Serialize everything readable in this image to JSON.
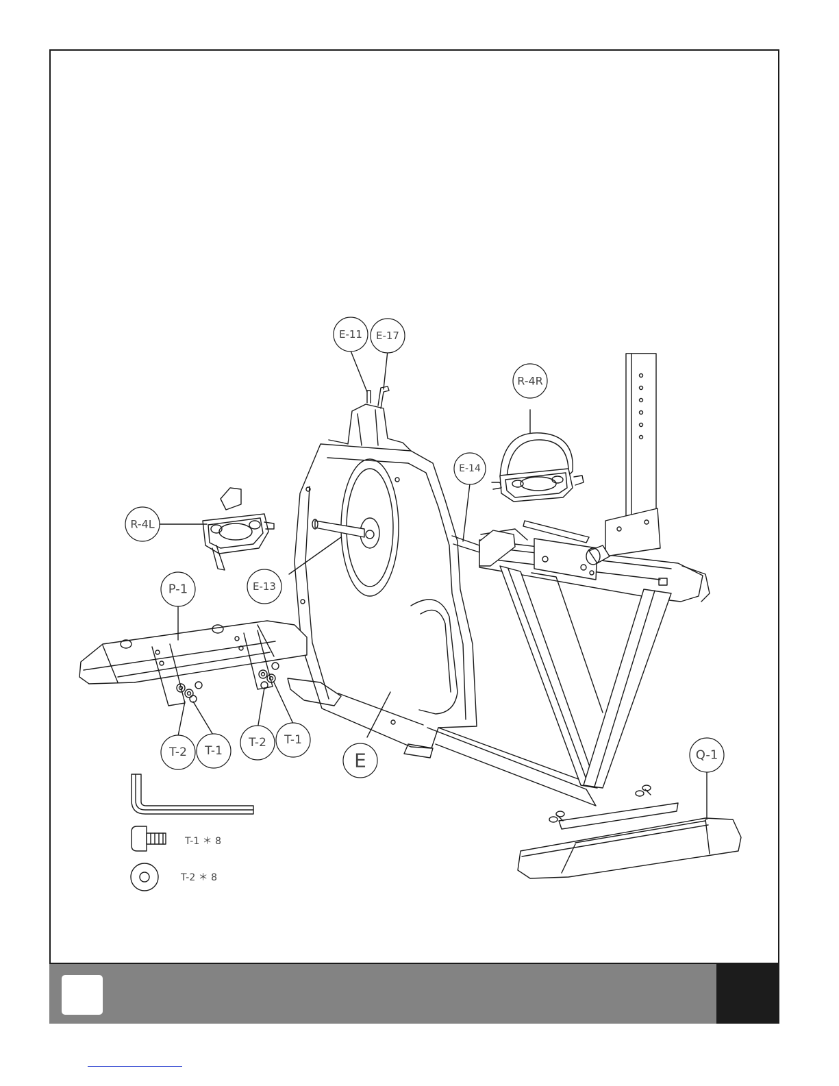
{
  "callouts": {
    "e11": "E-11",
    "e17": "E-17",
    "r4r": "R-4R",
    "e14": "E-14",
    "r4l": "R-4L",
    "e13": "E-13",
    "p1": "P-1",
    "t2_left": "T-2",
    "t1_left": "T-1",
    "t2_right": "T-2",
    "t1_right": "T-1",
    "e": "E",
    "q1": "Q-1"
  },
  "hardware": {
    "bolt_label": "T-1 ＊ 8",
    "washer_label": "T-2 ＊ 8"
  },
  "colors": {
    "line": "#1a1a1a",
    "footer_gray": "#838383",
    "footer_dark": "#1c1c1c",
    "link": "#4a5cd6"
  },
  "icons": {
    "hex_key": "allen-wrench-icon",
    "bolt": "bolt-icon",
    "washer": "washer-icon"
  }
}
